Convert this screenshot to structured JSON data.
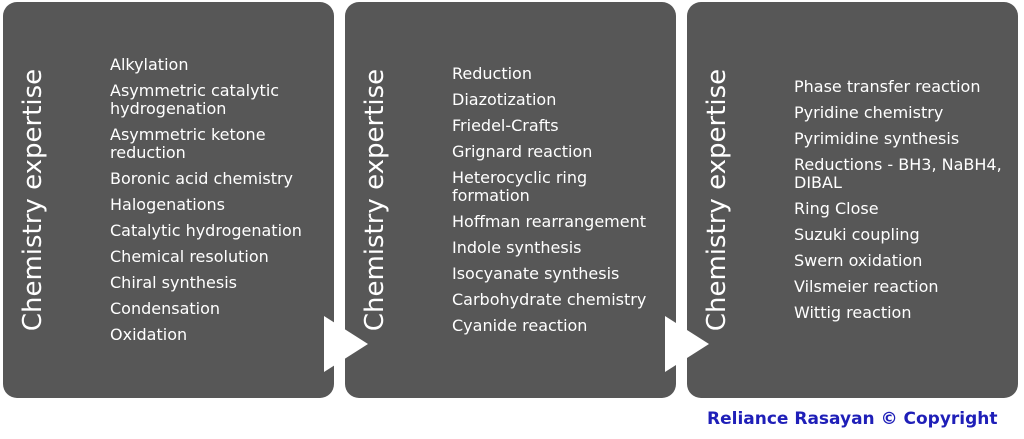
{
  "panels": [
    {
      "side_title": "Chemistry expertise",
      "items": [
        "Alkylation",
        "Asymmetric catalytic hydrogenation",
        "Asymmetric ketone reduction",
        "Boronic acid chemistry",
        "Halogenations",
        "Catalytic hydrogenation",
        "Chemical resolution",
        "Chiral synthesis",
        "Condensation",
        "Oxidation"
      ]
    },
    {
      "side_title": "Chemistry expertise",
      "items": [
        "Reduction",
        "Diazotization",
        "Friedel-Crafts",
        "Grignard reaction",
        "Heterocyclic ring formation",
        "Hoffman rearrangement",
        "Indole synthesis",
        "Isocyanate synthesis",
        "Carbohydrate chemistry",
        "Cyanide reaction"
      ]
    },
    {
      "side_title": "Chemistry expertise",
      "items": [
        "Phase transfer reaction",
        "Pyridine chemistry",
        "Pyrimidine synthesis",
        "Reductions - BH3, NaBH4, DIBAL",
        "Ring Close",
        "Suzuki coupling",
        "Swern oxidation",
        "Vilsmeier reaction",
        "Wittig reaction"
      ]
    }
  ],
  "copyright": "Reliance Rasayan © Copyright"
}
